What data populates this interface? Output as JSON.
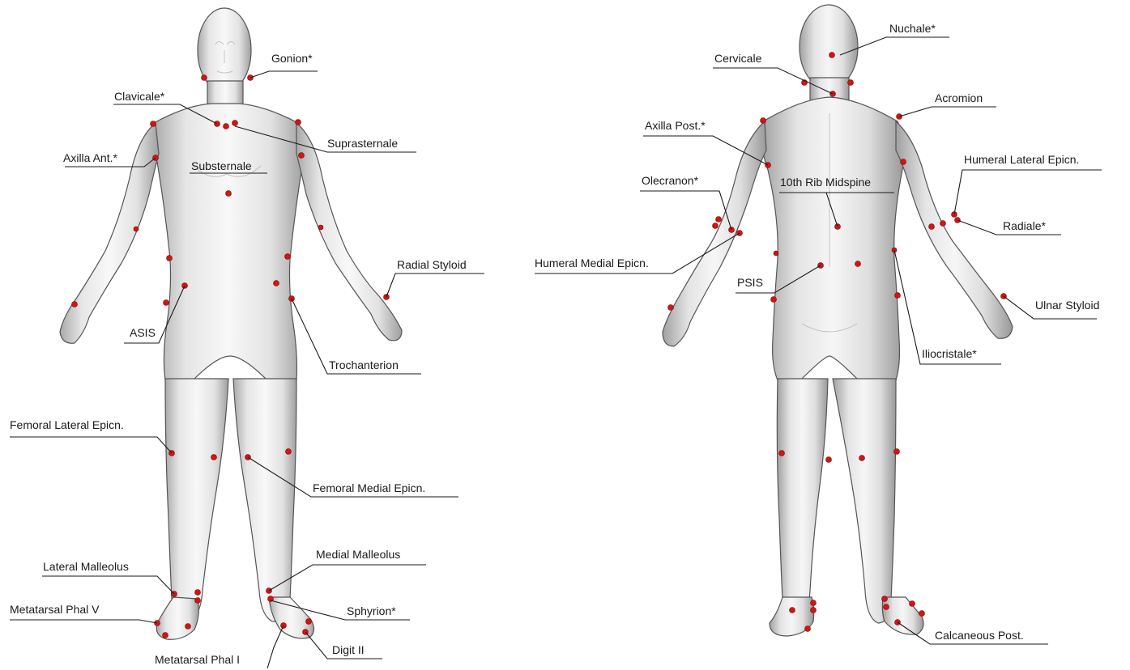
{
  "views": {
    "front": {
      "labels": {
        "gonion": "Gonion*",
        "clavicale": "Clavicale*",
        "suprasternale": "Suprasternale",
        "axilla_ant": "Axilla Ant.*",
        "substernale": "Substernale",
        "radial_styloid": "Radial Styloid",
        "asis": "ASIS",
        "trochanterion": "Trochanterion",
        "femoral_lateral_epicn": "Femoral Lateral Epicn.",
        "femoral_medial_epicn": "Femoral Medial Epicn.",
        "lateral_malleolus": "Lateral Malleolus",
        "medial_malleolus": "Medial Malleolus",
        "metatarsal_phal_v": "Metatarsal Phal V",
        "sphyrion": "Sphyrion*",
        "metatarsal_phal_i": "Metatarsal Phal I",
        "digit_ii": "Digit II"
      }
    },
    "back": {
      "labels": {
        "nuchale": "Nuchale*",
        "cervicale": "Cervicale",
        "acromion": "Acromion",
        "axilla_post": "Axilla Post.*",
        "humeral_lateral_epicn": "Humeral Lateral Epicn.",
        "olecranon": "Olecranon*",
        "tenth_rib_midspine": "10th Rib Midspine",
        "radiale": "Radiale*",
        "humeral_medial_epicn": "Humeral Medial Epicn.",
        "psis": "PSIS",
        "ulnar_styloid": "Ulnar Styloid",
        "iliocristale": "Iliocristale*",
        "calcaneous_post": "Calcaneous Post."
      }
    }
  },
  "colors": {
    "landmark": "#d41414",
    "body_light": "#f4f4f4",
    "body_dark": "#a8a8a8",
    "leader": "#1a1a1a"
  }
}
